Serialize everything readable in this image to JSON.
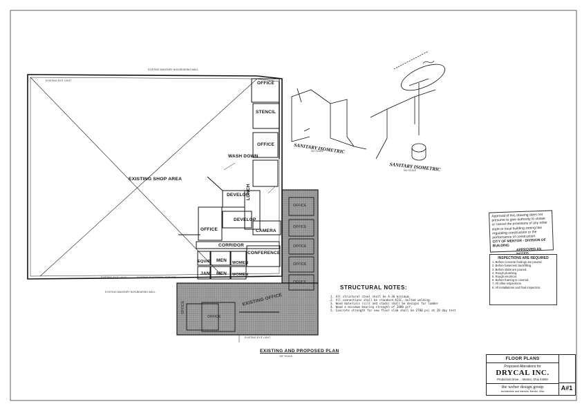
{
  "rooms": {
    "office_top": "OFFICE",
    "stencil": "STENCIL",
    "office_mid": "OFFICE",
    "wash_down": "WASH DOWN",
    "existing_shop": "EXISTING SHOP AREA",
    "develop_upper": "DEVELOP",
    "develop_lower": "DEVELOP",
    "office_left": "OFFICE",
    "camera": "CAMERA",
    "lunch": "LUNCH",
    "corridor": "CORRIDOR",
    "equip": "EQUIP",
    "men_1": "MEN",
    "women_1": "WOMEN",
    "conference": "CONFERENCE",
    "jan": "JAN",
    "men_2": "MEN",
    "women_2": "WOMEN",
    "existing_office": "EXISTING OFFICE",
    "office_a": "OFFICE",
    "office_b": "OFFICE",
    "office_c": "OFFICE",
    "office_d": "OFFICE",
    "office_e": "OFFICE",
    "office_f": "OFFICE",
    "office_g": "OFFICE"
  },
  "wall_notes": {
    "top": "EXISTING MASONRY NON-BEARING WALL",
    "bottom": "EXISTING MASONRY NON-BEARING WALL",
    "exit_light_top": "EXISTING EXIT LIGHT",
    "exit_light_bottom": "EXISTING EXIT LIGHT",
    "exit_light_lower": "EXISTING EXIT LIGHT",
    "electrical": "EXISTING ELECTRICAL SERVICE"
  },
  "isometrics": {
    "sanitary_1": "SANITARY ISOMETRIC",
    "sanitary_1_scale": "NO SCALE",
    "sanitary_2": "SANITARY ISOMETRIC",
    "sanitary_2_scale": "NO SCALE"
  },
  "structural_notes": {
    "title": "STRUCTURAL NOTES:",
    "lines": [
      "1. All structural steel shall be A-36 minimum.",
      "2. All connections shall be standard AISC, bolted welding.",
      "3. Wood materials (sill and studs) shall be designs for lumber",
      "4. Wood a minimum bearing strength of 2000 psf.",
      "5. Concrete strength for new floor slab shall be 2700 psi at 28 day test"
    ]
  },
  "plan_title": {
    "title": "EXISTING AND PROPOSED PLAN",
    "scale": "1/8\" SCALE"
  },
  "approval_stamp": {
    "lines": [
      "Approval of this drawing does not",
      "presume to give authority to violate",
      "or cancel the provisions of any other",
      "state or local building zoning law",
      "regulating construction or the",
      "performance of construction.",
      "CITY OF MENTOR - DIVISION OF BUILDING"
    ],
    "approved": "APPROVED AS NOTED"
  },
  "inspection_stamp": {
    "title": "INSPECTIONS ARE REQUIRED",
    "lines": [
      "1. Before concrete footings are poured.",
      "2. Before basement backfilling.",
      "3. Before slabs are poured.",
      "4. Rough plumbing.",
      "5. Rough electrical.",
      "6. Before framing is covered.",
      "7. All other inspections.",
      "8. All installations and final inspection."
    ]
  },
  "title_block": {
    "sheet_title": "FLOOR PLANS",
    "subtitle": "Proposed Alterations for",
    "client": "DRYCAL INC.",
    "address": "Production Drive.... Mentor, Ohio 44060",
    "firm": "the weber design group",
    "firm_address": "Architecture and Interiors, Mentor, Ohio",
    "sheet_number": "A#1"
  }
}
